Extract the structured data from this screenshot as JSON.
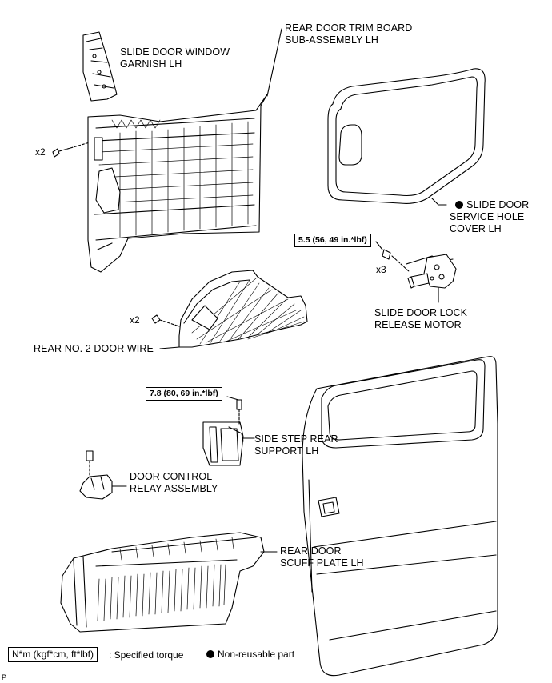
{
  "labels": {
    "slide_door_window_garnish": "SLIDE DOOR WINDOW\nGARNISH LH",
    "rear_door_trim_board": "REAR DOOR TRIM BOARD\nSUB-ASSEMBLY LH",
    "service_hole_cover": "SLIDE DOOR\nSERVICE HOLE\nCOVER LH",
    "lock_release_motor": "SLIDE DOOR LOCK\nRELEASE MOTOR",
    "rear_no2_door_wire": "REAR NO. 2 DOOR WIRE",
    "side_step_rear_support": "SIDE STEP REAR\nSUPPORT LH",
    "door_control_relay": "DOOR CONTROL\nRELAY ASSEMBLY",
    "rear_door_scuff_plate": "REAR DOOR\nSCUFF PLATE LH"
  },
  "torques": {
    "lock_motor": "5.5 (56, 49 in.*lbf)",
    "side_step": "7.8 (80, 69 in.*lbf)"
  },
  "multipliers": {
    "trim_board": "x2",
    "lock_motor": "x3",
    "door_wire": "x2"
  },
  "legend": {
    "torque_unit": "N*m (kgf*cm, ft*lbf)",
    "torque_desc": ": Specified torque",
    "nonreusable": "Non-reusable part"
  },
  "figure_mark": "P"
}
